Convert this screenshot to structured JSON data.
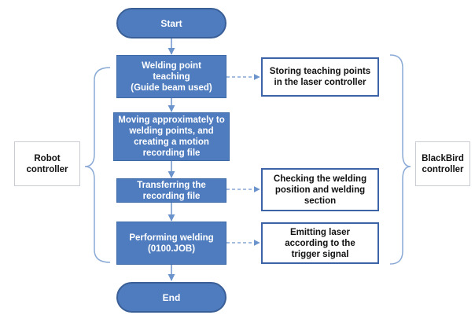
{
  "terminals": {
    "start": "Start",
    "end": "End"
  },
  "steps": [
    "Welding point\nteaching\n(Guide beam used)",
    "Moving approximately to\nwelding points, and\ncreating a motion\nrecording file",
    "Transferring the\nrecording file",
    "Performing welding\n(0100.JOB)"
  ],
  "notes": [
    "Storing teaching points\nin the laser controller",
    "Checking the welding\nposition and welding\nsection",
    "Emitting laser\naccording to the\ntrigger signal"
  ],
  "side_labels": {
    "left": "Robot\ncontroller",
    "right": "BlackBird\ncontroller"
  },
  "colors": {
    "box_fill": "#4f7cbf",
    "border": "#3b63a6",
    "connector": "#6c94cc"
  }
}
